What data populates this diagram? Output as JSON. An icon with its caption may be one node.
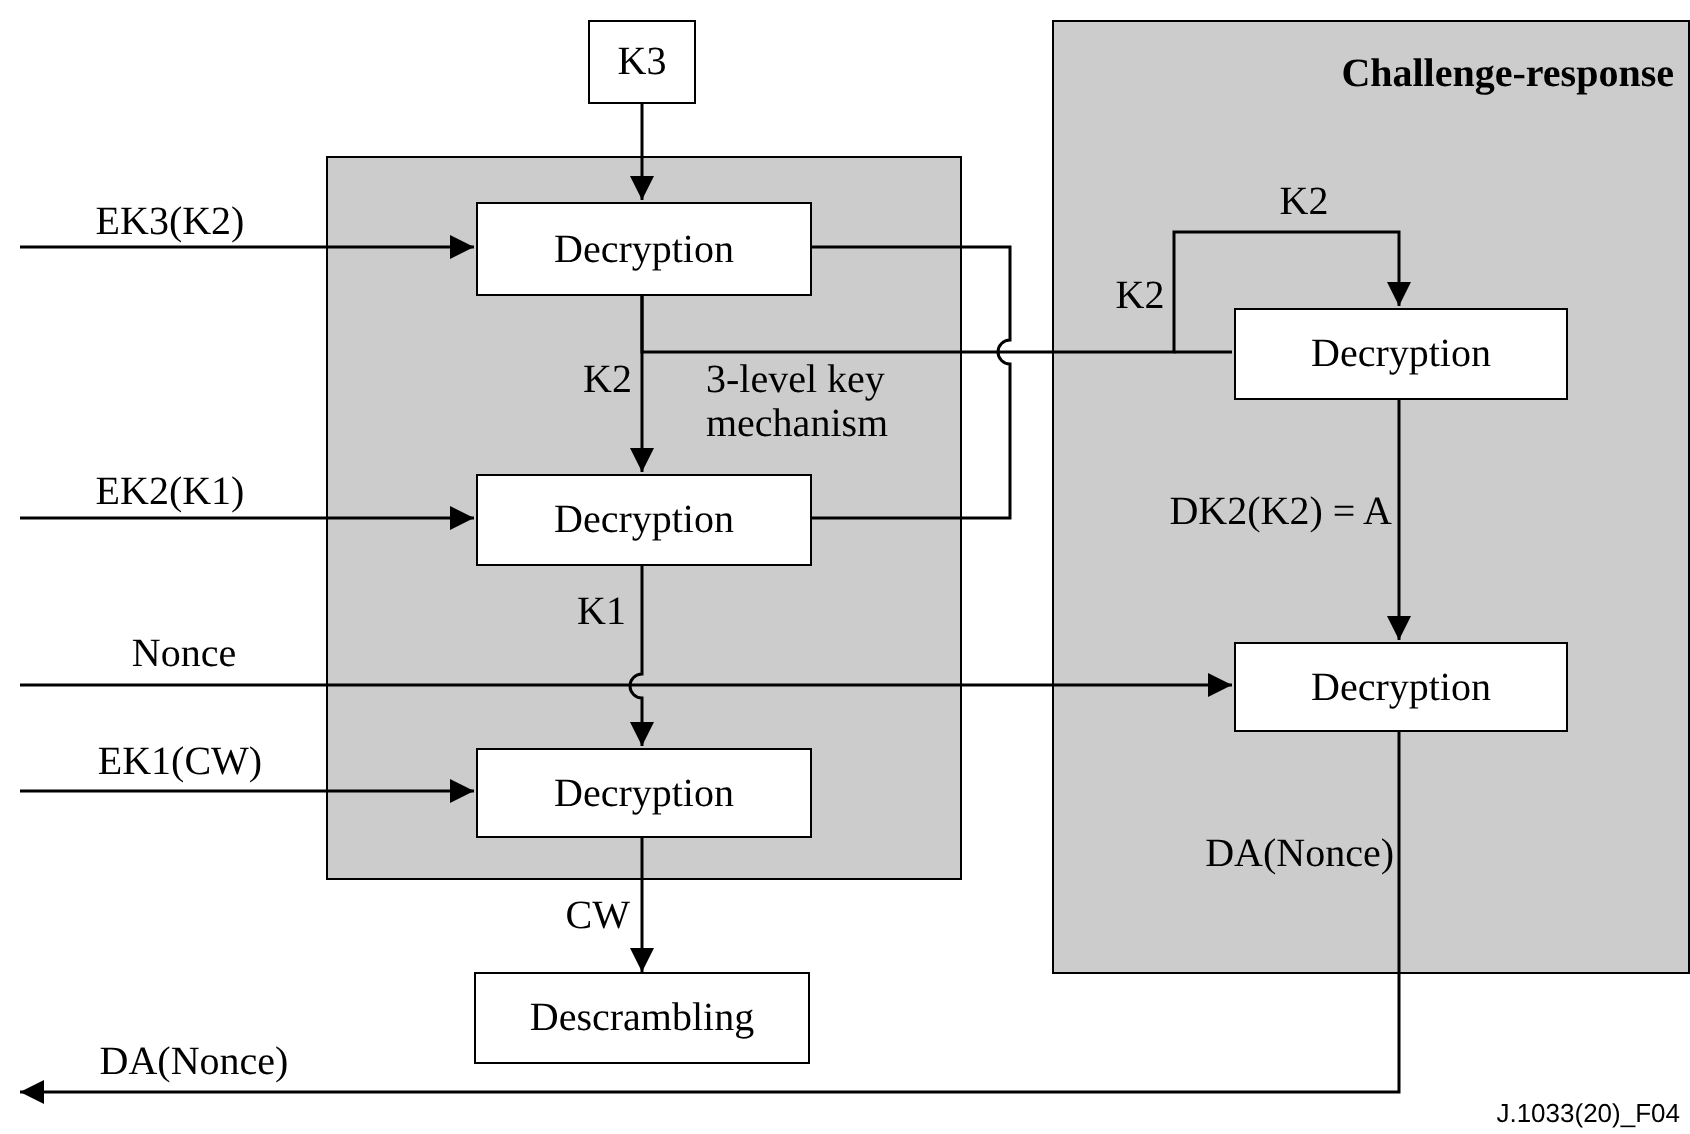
{
  "diagram": {
    "nodes": [
      {
        "text": [
          "K3"
        ]
      },
      {
        "text": [
          "3-level key mechanism"
        ]
      },
      {
        "text": [
          "Decryption"
        ],
        "in": 1
      },
      {
        "text": [
          "Decryption"
        ],
        "in": 1
      },
      {
        "text": [
          "Decryption"
        ],
        "in": 1
      },
      {
        "text": [
          "Descrambling"
        ]
      },
      {
        "text": [
          "Challenge-response"
        ]
      },
      {
        "text": [
          "Decryption"
        ],
        "in": 6
      },
      {
        "text": [
          "Decryption"
        ],
        "in": 6
      }
    ],
    "edges": [
      {
        "from": 0,
        "to": 2,
        "arrow": "to"
      },
      {
        "from": null,
        "to": 2,
        "arrow": "to",
        "label": "EK3(K2)"
      },
      {
        "from": 2,
        "to": 3,
        "arrow": "to",
        "label": "K2"
      },
      {
        "from": 2,
        "to": 7,
        "arrow": "to",
        "label": "K2"
      },
      {
        "from": null,
        "to": 3,
        "arrow": "to",
        "label": "EK2(K1)"
      },
      {
        "from": 3,
        "to": 4,
        "arrow": "to",
        "label": "K1"
      },
      {
        "from": null,
        "to": 8,
        "arrow": "to",
        "label": "Nonce"
      },
      {
        "from": null,
        "to": 4,
        "arrow": "to",
        "label": "EK1(CW)"
      },
      {
        "from": 4,
        "to": 5,
        "arrow": "to",
        "label": "CW"
      },
      {
        "from": 7,
        "to": 8,
        "arrow": "to",
        "label": "DK2(K2) = A"
      },
      {
        "from": 8,
        "to": null,
        "arrow": "to",
        "label": "DA(Nonce)"
      }
    ],
    "labels": [
      "K2",
      "DA(Nonce)",
      "J.1033(20)_F04"
    ]
  }
}
